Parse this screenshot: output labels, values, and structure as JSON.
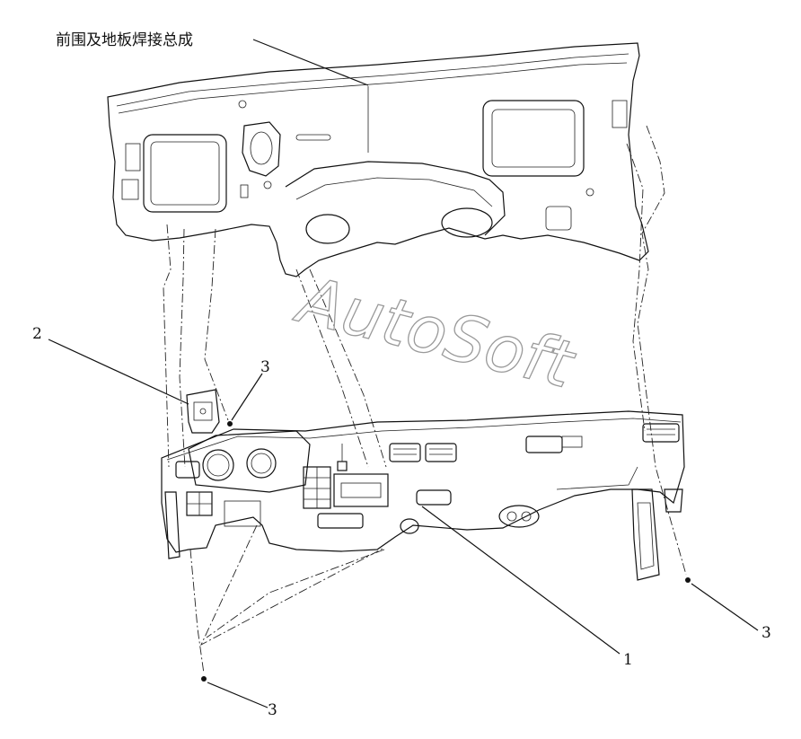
{
  "title_label": "前围及地板焊接总成",
  "callouts": {
    "dashboard": "1",
    "bracket": "2",
    "fastener_upper": "3",
    "fastener_right": "3",
    "fastener_lower": "3"
  },
  "watermark": "AutoSoft"
}
